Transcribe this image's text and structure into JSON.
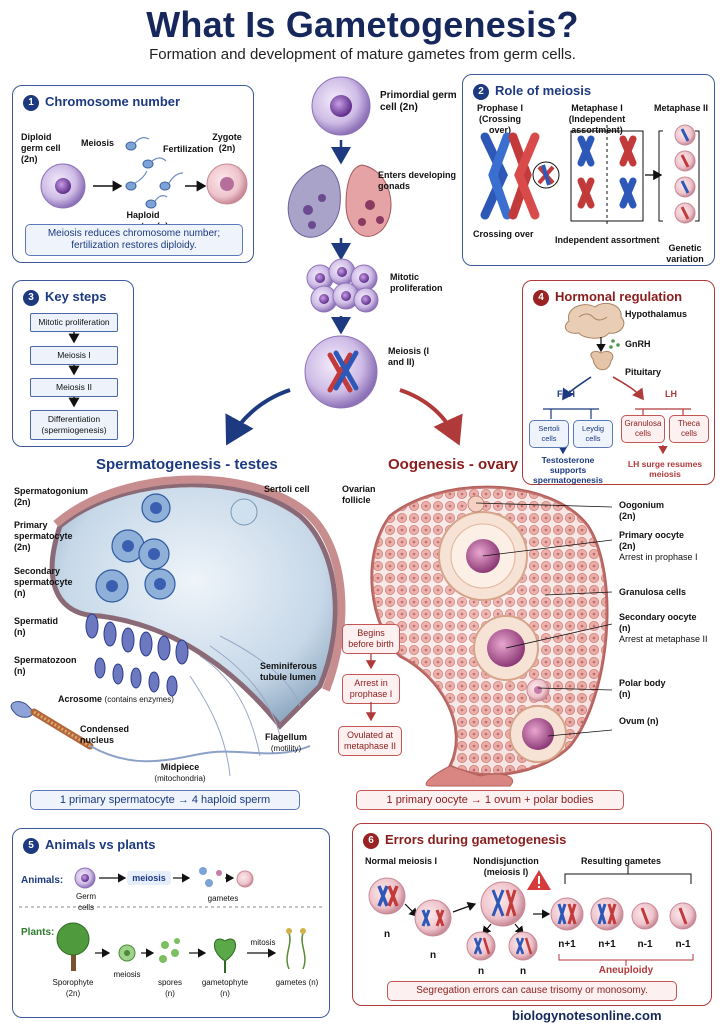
{
  "header": {
    "title": "What Is Gametogenesis?",
    "subtitle": "Formation and development of mature gametes from germ cells."
  },
  "center": {
    "pgc": "Primordial germ cell (2n)",
    "gonads": "Enters developing gonads",
    "mitotic": "Mitotic proliferation",
    "meiosis": "Meiosis (I and II)"
  },
  "panel1": {
    "num": "1",
    "title": "Chromosome number",
    "diploid": "Diploid germ cell (2n)",
    "meiosis": "Meiosis",
    "haploid": "Haploid gametes (n)",
    "fertilization": "Fertilization",
    "zygote": "Zygote (2n)",
    "note": "Meiosis reduces chromosome number; fertilization restores diploidy."
  },
  "panel2": {
    "num": "2",
    "title": "Role of meiosis",
    "prophase": "Prophase I (Crossing over)",
    "metaphase1": "Metaphase I (Independent assortment)",
    "metaphase2": "Metaphase II",
    "crossing": "Crossing over",
    "independent": "Independent assortment",
    "genetic": "Genetic variation"
  },
  "panel3": {
    "num": "3",
    "title": "Key steps",
    "steps": [
      "Mitotic proliferation",
      "Meiosis I",
      "Meiosis II",
      "Differentiation (spermiogenesis)"
    ]
  },
  "panel4": {
    "num": "4",
    "title": "Hormonal regulation",
    "hypothalamus": "Hypothalamus",
    "gnrh": "GnRH",
    "pituitary": "Pituitary",
    "fsh": "FSH",
    "lh": "LH",
    "sertoli": "Sertoli cells",
    "leydig": "Leydig cells",
    "granulosa": "Granulosa cells",
    "theca": "Theca cells",
    "male_note": "Testosterone supports spermatogenesis",
    "female_note": "LH surge resumes meiosis"
  },
  "sperm": {
    "title": "Spermatogenesis - testes",
    "spermatogonium": "Spermatogonium (2n)",
    "primary": "Primary spermatocyte (2n)",
    "secondary": "Secondary spermatocyte (n)",
    "spermatid": "Spermatid (n)",
    "spermatozoon": "Spermatozoon (n)",
    "sertoli": "Sertoli cell",
    "lumen": "Seminiferous tubule lumen",
    "acrosome": "Acrosome",
    "acrosome_sub": "(contains enzymes)",
    "nucleus": "Condensed nucleus",
    "midpiece": "Midpiece",
    "midpiece_sub": "(mitochondria)",
    "flagellum": "Flagellum",
    "flagellum_sub": "(motility)",
    "summary": "1 primary spermatocyte → 4 haploid sperm"
  },
  "oog": {
    "title": "Oogenesis - ovary",
    "follicle": "Ovarian follicle",
    "oogonium": "Oogonium (2n)",
    "primary": "Primary oocyte (2n)",
    "primary_sub": "Arrest in prophase I",
    "granulosa": "Granulosa cells",
    "secondary": "Secondary oocyte (n)",
    "secondary_sub": "Arrest at metaphase II",
    "polar": "Polar body (n)",
    "ovum": "Ovum (n)",
    "timeline": [
      "Begins before birth",
      "Arrest in prophase I",
      "Ovulated at metaphase II"
    ],
    "summary": "1 primary oocyte → 1 ovum + polar bodies"
  },
  "panel5": {
    "num": "5",
    "title": "Animals vs plants",
    "animals": "Animals:",
    "germ": "Germ cells",
    "meiosis": "meiosis",
    "gametes": "gametes",
    "plants": "Plants:",
    "sporophyte": "Sporophyte (2n)",
    "p_meiosis": "meiosis",
    "spores": "spores (n)",
    "gametophyte": "gametophyte (n)",
    "mitosis": "mitosis",
    "p_gametes": "gametes (n)"
  },
  "panel6": {
    "num": "6",
    "title": "Errors during gametogenesis",
    "normal": "Normal meiosis I",
    "nondis": "Nondisjunction (meiosis I)",
    "resulting": "Resulting gametes",
    "n": "n",
    "ploidy": [
      "n+1",
      "n+1",
      "n-1",
      "n-1"
    ],
    "aneuploidy": "Aneuploidy",
    "note": "Segregation errors can cause trisomy or monosomy."
  },
  "footer": {
    "site": "biologynotesonline.com"
  },
  "colors": {
    "navy": "#16275c",
    "blue": "#3d5a9c",
    "red": "#b0393a",
    "cell": "#b48fd0",
    "oocyte": "#c77ba8"
  }
}
